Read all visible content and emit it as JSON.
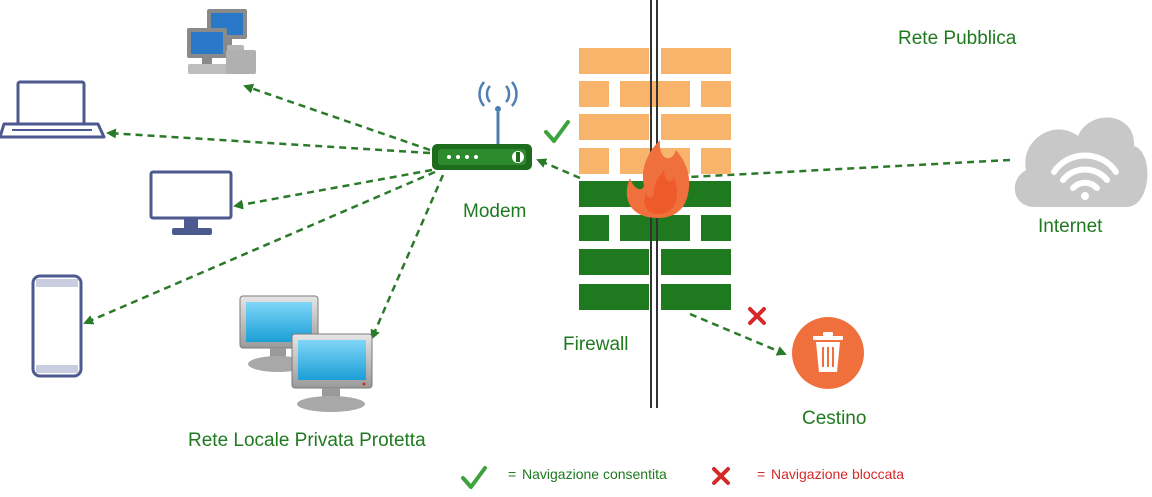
{
  "labels": {
    "public_network": "Rete Pubblica",
    "internet": "Internet",
    "modem": "Modem",
    "firewall": "Firewall",
    "trash": "Cestino",
    "private_network": "Rete Locale Privata Protetta"
  },
  "legend": {
    "allowed_symbol": "=",
    "allowed": "Navigazione consentita",
    "blocked_symbol": "=",
    "blocked": "Navigazione bloccata"
  },
  "colors": {
    "link": "#2a7a2a",
    "label_green": "#1f7a1f",
    "brick_orange": "#f9b46b",
    "brick_green": "#1f7a1f",
    "flame": "#f0703d",
    "cloud": "#c8c8c8",
    "trash": "#f0703d",
    "blocked_red": "#d42a2a",
    "allowed_green": "#3ea33e"
  },
  "icons": [
    "desktop-pair-icon",
    "laptop-icon",
    "monitor-icon",
    "smartphone-icon",
    "workstation-pair-icon",
    "router-icon",
    "firewall-icon",
    "flame-icon",
    "cloud-wifi-icon",
    "trash-icon",
    "check-icon",
    "cross-icon"
  ]
}
